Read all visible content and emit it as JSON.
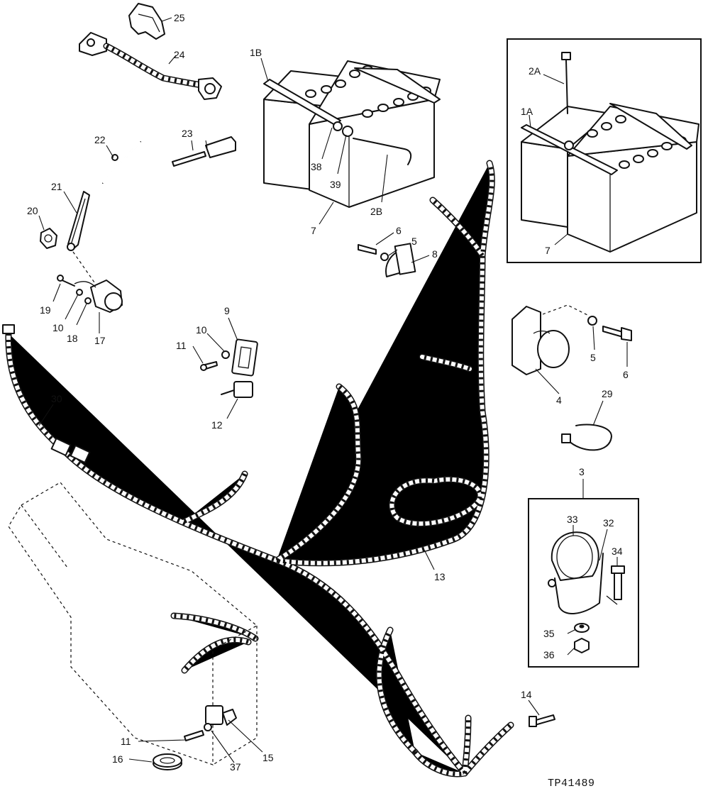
{
  "figure_id": "TP41489",
  "callouts": {
    "c25": "25",
    "c24": "24",
    "c1B": "1B",
    "c23": "23",
    "c22": "22",
    "c38": "38",
    "c39": "39",
    "c2B": "2B",
    "c7a": "7",
    "c21": "21",
    "c20": "20",
    "c6a": "6",
    "c5a": "5",
    "c8": "8",
    "c19": "19",
    "c10a": "10",
    "c18": "18",
    "c17": "17",
    "c9": "9",
    "c10b": "10",
    "c11a": "11",
    "c12": "12",
    "c30": "30",
    "c4": "4",
    "c5b": "5",
    "c6b": "6",
    "c29": "29",
    "c3": "3",
    "c33": "33",
    "c32": "32",
    "c34": "34",
    "c35": "35",
    "c36": "36",
    "c13": "13",
    "c14": "14",
    "c11b": "11",
    "c16": "16",
    "c37": "37",
    "c15": "15",
    "c2A": "2A",
    "c1A": "1A",
    "c7b": "7"
  }
}
